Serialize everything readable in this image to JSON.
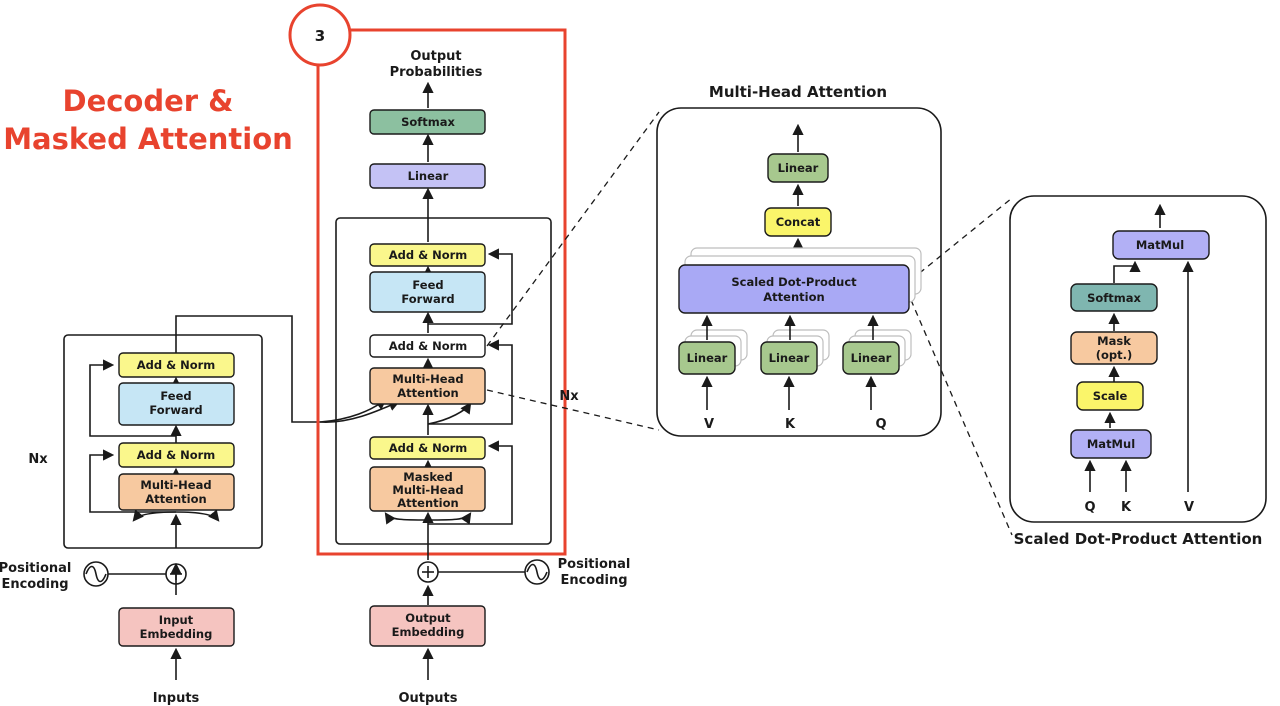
{
  "title": [
    "Decoder &",
    "Masked Attention"
  ],
  "step_badge": "3",
  "colors": {
    "accent": "#e8432e",
    "add_norm": "#faf78c",
    "feed_forward": "#c6e6f5",
    "attention": "#f7c9a0",
    "embedding": "#f5c4c0",
    "linear_top": "#c4c2f5",
    "softmax_top": "#8cc0a0",
    "linear_mha": "#a7c88e",
    "sdpa": "#a9a9f5",
    "softmax_sdpa": "#7fb6b0",
    "mask": "#f7c9a0",
    "scale": "#faf56a",
    "matmul": "#b2b0f5",
    "concat": "#faf56a",
    "linear_mha_top": "#a7c88e"
  },
  "encoder": {
    "add_norm_top": "Add & Norm",
    "feed_forward": [
      "Feed",
      "Forward"
    ],
    "add_norm_bottom": "Add & Norm",
    "multi_head_attention": [
      "Multi-Head",
      "Attention"
    ],
    "nx": "Nx",
    "positional_encoding": [
      "Positional",
      "Encoding"
    ],
    "input_embedding": [
      "Input",
      "Embedding"
    ],
    "inputs": "Inputs"
  },
  "decoder": {
    "output_probabilities": [
      "Output",
      "Probabilities"
    ],
    "softmax": "Softmax",
    "linear": "Linear",
    "add_norm_top": "Add & Norm",
    "feed_forward": [
      "Feed",
      "Forward"
    ],
    "add_norm_mid": "Add & Norm",
    "multi_head_attention": [
      "Multi-Head",
      "Attention"
    ],
    "add_norm_bottom": "Add & Norm",
    "masked_attention": [
      "Masked",
      "Multi-Head",
      "Attention"
    ],
    "nx": "Nx",
    "positional_encoding": [
      "Positional",
      "Encoding"
    ],
    "output_embedding": [
      "Output",
      "Embedding"
    ],
    "outputs": "Outputs"
  },
  "mha": {
    "title": "Multi-Head Attention",
    "linear_top": "Linear",
    "concat": "Concat",
    "sdpa": [
      "Scaled Dot-Product",
      "Attention"
    ],
    "linear": "Linear",
    "inputs": [
      "V",
      "K",
      "Q"
    ]
  },
  "sdpa": {
    "title": "Scaled Dot-Product Attention",
    "matmul_top": "MatMul",
    "softmax": "Softmax",
    "mask": [
      "Mask",
      "(opt.)"
    ],
    "scale": "Scale",
    "matmul_bottom": "MatMul",
    "inputs": [
      "Q",
      "K",
      "V"
    ]
  }
}
